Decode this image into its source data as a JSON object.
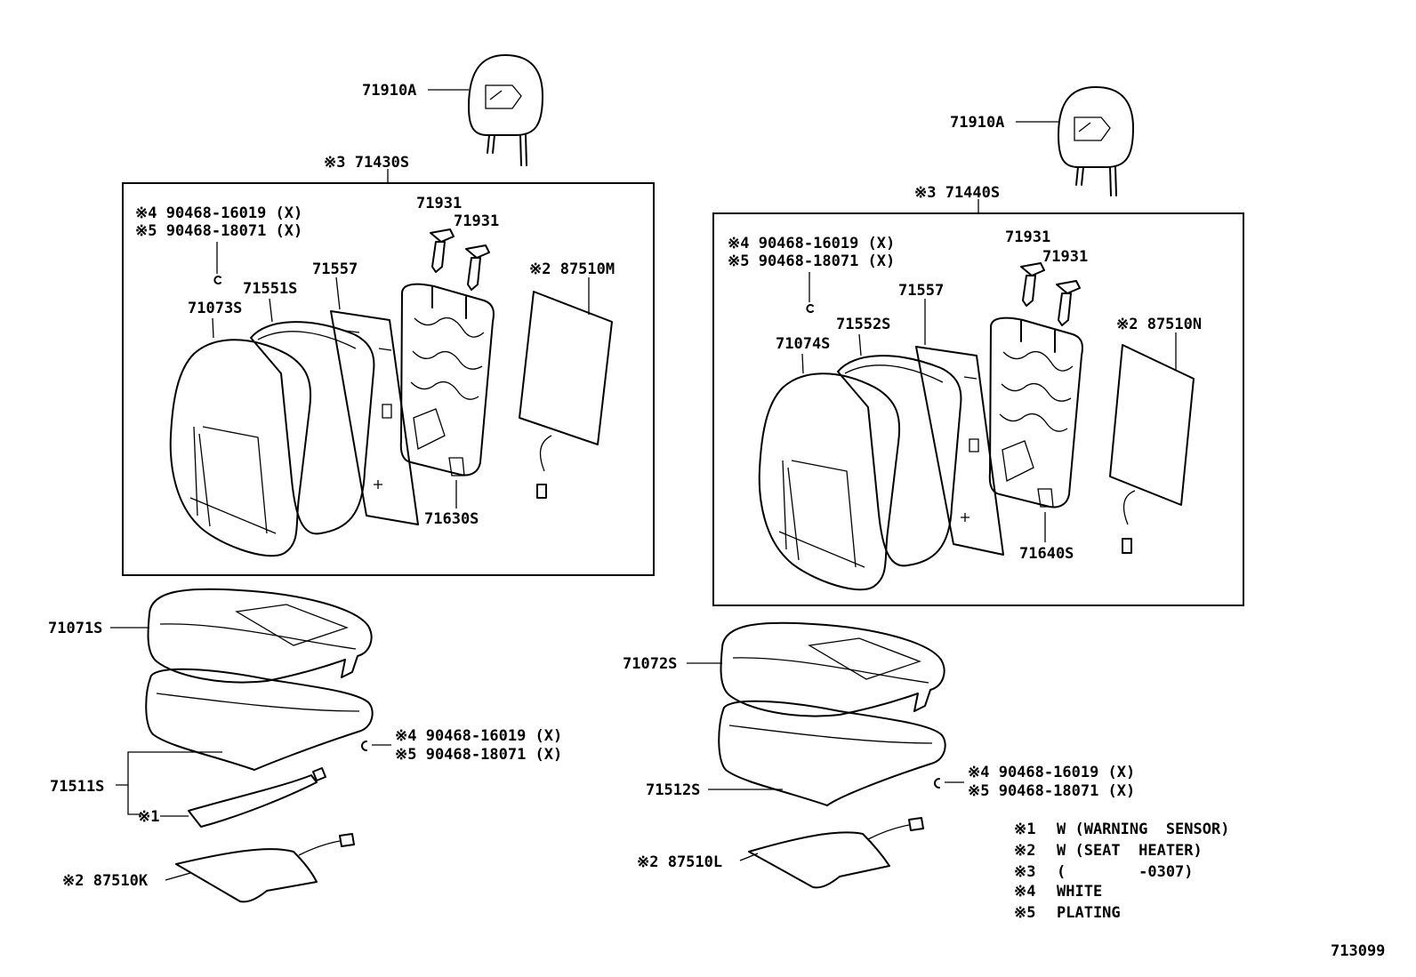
{
  "labels": {
    "headrest_left": "71910A",
    "headrest_right": "71910A",
    "seatback_assy_left": "※3 71430S",
    "seatback_assy_right": "※3 71440S",
    "clip_white_left_back": "※4 90468-16019 (X)",
    "clip_plating_left_back": "※5 90468-18071 (X)",
    "clip_white_right_back": "※4 90468-16019 (X)",
    "clip_plating_right_back": "※5 90468-18071 (X)",
    "support_left_a": "71931",
    "support_left_b": "71931",
    "support_right_a": "71931",
    "support_right_b": "71931",
    "back_board_left": "71557",
    "back_board_right": "71557",
    "back_pad_left": "71551S",
    "back_pad_right": "71552S",
    "back_cover_left": "71073S",
    "back_cover_right": "71074S",
    "heater_back_left": "※2 87510M",
    "heater_back_right": "※2 87510N",
    "back_frame_left": "71630S",
    "back_frame_right": "71640S",
    "cushion_cover_left": "71071S",
    "cushion_cover_right": "71072S",
    "cushion_pad_left": "71511S",
    "cushion_pad_right": "71512S",
    "clip_white_left_cushion": "※4 90468-16019 (X)",
    "clip_plating_left_cushion": "※5 90468-18071 (X)",
    "clip_white_right_cushion": "※4 90468-16019 (X)",
    "clip_plating_right_cushion": "※5 90468-18071 (X)",
    "warning_sensor_left": "※1",
    "heater_cushion_left": "※2 87510K",
    "heater_cushion_right": "※2 87510L",
    "figure_number": "713099"
  },
  "legend": [
    {
      "mark": "※1",
      "text": "W (WARNING  SENSOR)"
    },
    {
      "mark": "※2",
      "text": "W (SEAT  HEATER)"
    },
    {
      "mark": "※3",
      "text": "(        -0307)"
    },
    {
      "mark": "※4",
      "text": "WHITE"
    },
    {
      "mark": "※5",
      "text": "PLATING"
    }
  ]
}
